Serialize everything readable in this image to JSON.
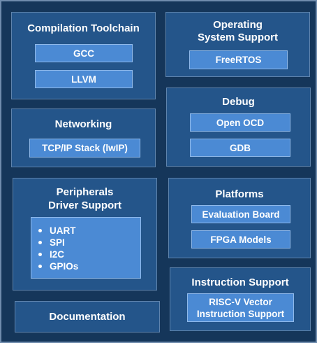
{
  "panels": {
    "toolchain": {
      "title": "Compilation Toolchain",
      "items": [
        "GCC",
        "LLVM"
      ]
    },
    "os": {
      "title_lines": [
        "Operating",
        "System Support"
      ],
      "items": [
        "FreeRTOS"
      ]
    },
    "debug": {
      "title": "Debug",
      "items": [
        "Open OCD",
        "GDB"
      ]
    },
    "networking": {
      "title": "Networking",
      "items": [
        "TCP/IP Stack (lwIP)"
      ]
    },
    "peripherals": {
      "title_lines": [
        "Peripherals",
        "Driver Support"
      ],
      "items": [
        "UART",
        "SPI",
        "I2C",
        "GPIOs"
      ]
    },
    "platforms": {
      "title": "Platforms",
      "items": [
        "Evaluation Board",
        "FPGA Models"
      ]
    },
    "instruction": {
      "title": "Instruction Support",
      "item_lines": [
        "RISC-V Vector",
        "Instruction Support"
      ]
    },
    "documentation": {
      "title": "Documentation"
    }
  },
  "colors": {
    "background": "#15365a",
    "panel": "#24558a",
    "chip": "#4b8ad4",
    "text": "#ffffff"
  }
}
